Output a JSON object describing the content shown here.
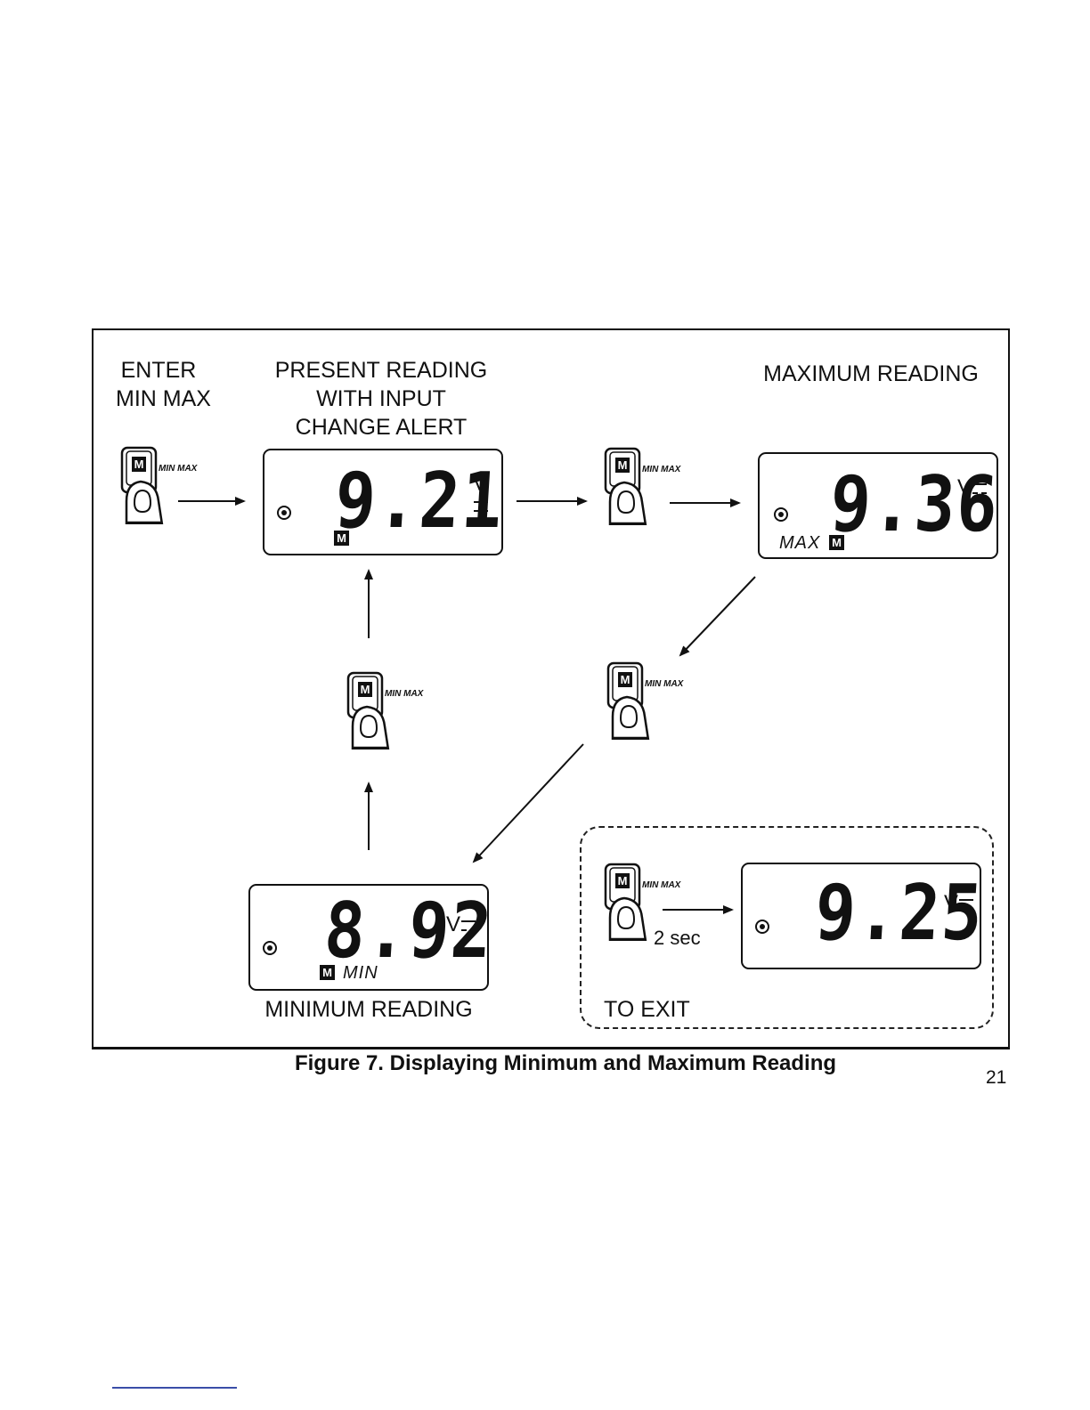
{
  "labels": {
    "enter_line1": "ENTER",
    "enter_line2": "MIN MAX",
    "present_line1": "PRESENT READING",
    "present_line2": "WITH INPUT",
    "present_line3": "CHANGE ALERT",
    "maximum": "MAXIMUM READING",
    "minimum": "MINIMUM READING",
    "exit": "TO EXIT",
    "hold_time": "2  sec"
  },
  "button": {
    "key_letter": "M",
    "tag": "MIN MAX"
  },
  "displays": {
    "present": {
      "value": "9.21",
      "unit": "V",
      "mode": "",
      "memory": "M"
    },
    "maximum": {
      "value": "9.36",
      "unit": "V",
      "mode": "MAX",
      "memory": "M"
    },
    "minimum": {
      "value": "8.92",
      "unit": "V",
      "mode": "MIN",
      "memory": "M"
    },
    "exit": {
      "value": "9.25",
      "unit": "V",
      "mode": "",
      "memory": ""
    }
  },
  "caption": "Figure 7. Displaying Minimum and Maximum Reading",
  "page_number": "21",
  "colors": {
    "ink": "#111111",
    "paper": "#ffffff",
    "footer_rule": "#3a4ea8"
  }
}
